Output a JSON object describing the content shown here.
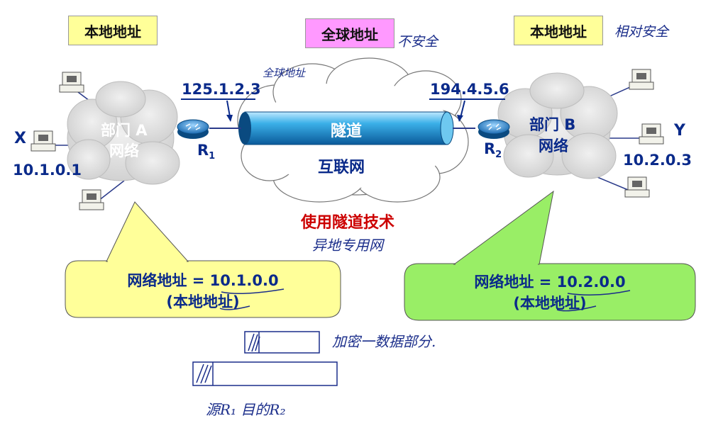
{
  "labels": {
    "local_left": "本地地址",
    "global": "全球地址",
    "local_right": "本地地址",
    "ip_r1": "125.1.2.3",
    "ip_r2": "194.4.5.6",
    "tunnel": "隧道",
    "internet": "互联网",
    "dept_a_line1": "部门 A",
    "dept_a_line2": "网络",
    "dept_b_line1": "部门 B",
    "dept_b_line2": "网络",
    "host_x": "X",
    "host_x_ip": "10.1.0.1",
    "host_y": "Y",
    "host_y_ip": "10.2.0.3",
    "r1": "R",
    "r1_sub": "1",
    "r2": "R",
    "r2_sub": "2",
    "tech": "使用隧道技术",
    "callout_a_line1": "网络地址 = 10.1.0.0",
    "callout_a_line2": "(本地地址)",
    "callout_b_line1": "网络地址 = 10.2.0.0",
    "callout_b_line2": "(本地地址)"
  },
  "handwriting": {
    "unsafe": "不安全",
    "relative_safe": "相对安全",
    "global_addr": "全球地址",
    "remote_private": "异地专用网",
    "encrypt": "加密一数据部分.",
    "src_dst": "源R₁ 目的R₂"
  },
  "colors": {
    "callout_a": "#ffff99",
    "callout_b": "#99ee66",
    "tunnel": "#33aadd",
    "cloud": "#d8d8d8",
    "label_blue": "#0a2a8a",
    "tech_red": "#cc0000"
  }
}
